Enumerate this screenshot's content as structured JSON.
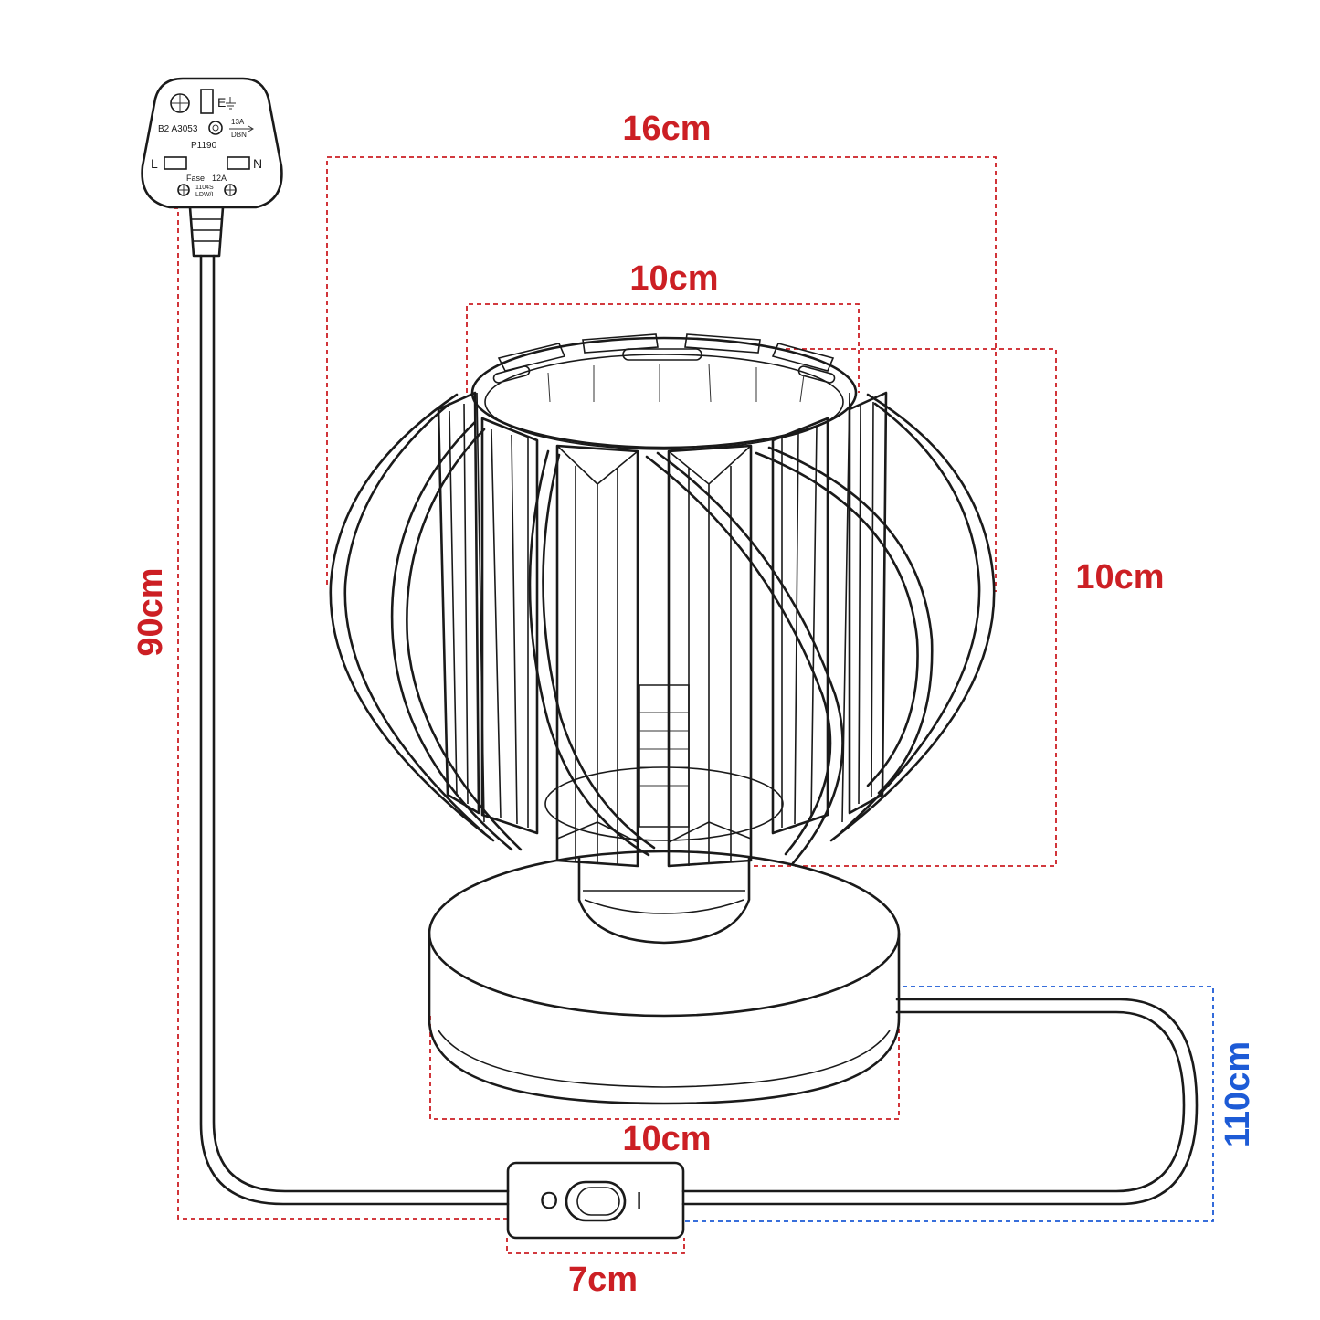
{
  "colors": {
    "red": "#cc1f24",
    "blue": "#1d5bd6",
    "ink": "#1a1a1a"
  },
  "dimensions": {
    "outer_width": "16cm",
    "top_opening": "10cm",
    "shade_height": "10cm",
    "base_width": "10cm",
    "plug_to_switch_cable": "90cm",
    "switch_to_lamp_cable": "110cm",
    "switch_length": "7cm"
  },
  "plug": {
    "earth_mark": "E",
    "code": "B2 A3053",
    "fuse_rating": "13A",
    "fuse_std": "DBN",
    "model": "P1190",
    "live": "L",
    "neutral": "N",
    "fase": "Fase",
    "amps": "12A",
    "std": "1104S",
    "ldw": "LDW/I"
  },
  "switch": {
    "off": "O",
    "on": "I"
  },
  "icons": [
    "plug-icon",
    "rocker-switch-icon",
    "lamp-illustration"
  ]
}
